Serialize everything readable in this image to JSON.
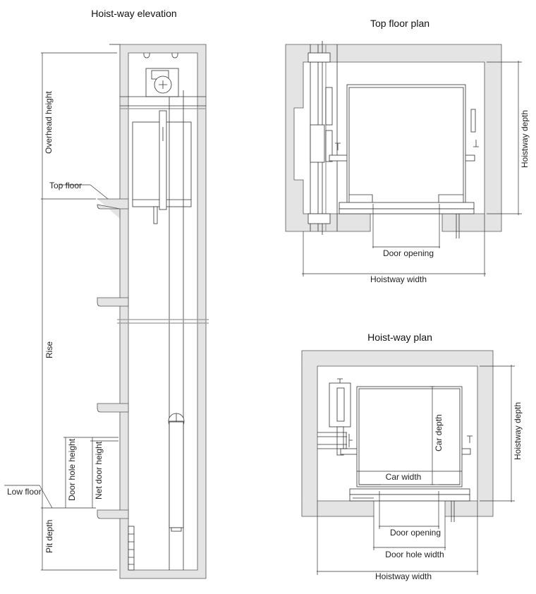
{
  "elevation": {
    "title": "Hoist-way elevation",
    "labels": {
      "overhead_height": "Overhead height",
      "top_floor": "Top floor",
      "rise": "Rise",
      "low_floor": "Low floor",
      "pit_depth": "Pit depth",
      "door_hole_height": "Door hole height",
      "net_door_height": "Net door height"
    }
  },
  "top_floor_plan": {
    "title": "Top floor plan",
    "labels": {
      "door_opening": "Door opening",
      "hoistway_width": "Hoistway width",
      "hoistway_depth": "Hoistway depth"
    }
  },
  "hoistway_plan": {
    "title": "Hoist-way plan",
    "labels": {
      "car_depth": "Car depth",
      "car_width": "Car width",
      "door_opening": "Door opening",
      "door_hole_width": "Door hole width",
      "hoistway_width": "Hoistway width",
      "hoistway_depth": "Hoistway depth"
    }
  }
}
